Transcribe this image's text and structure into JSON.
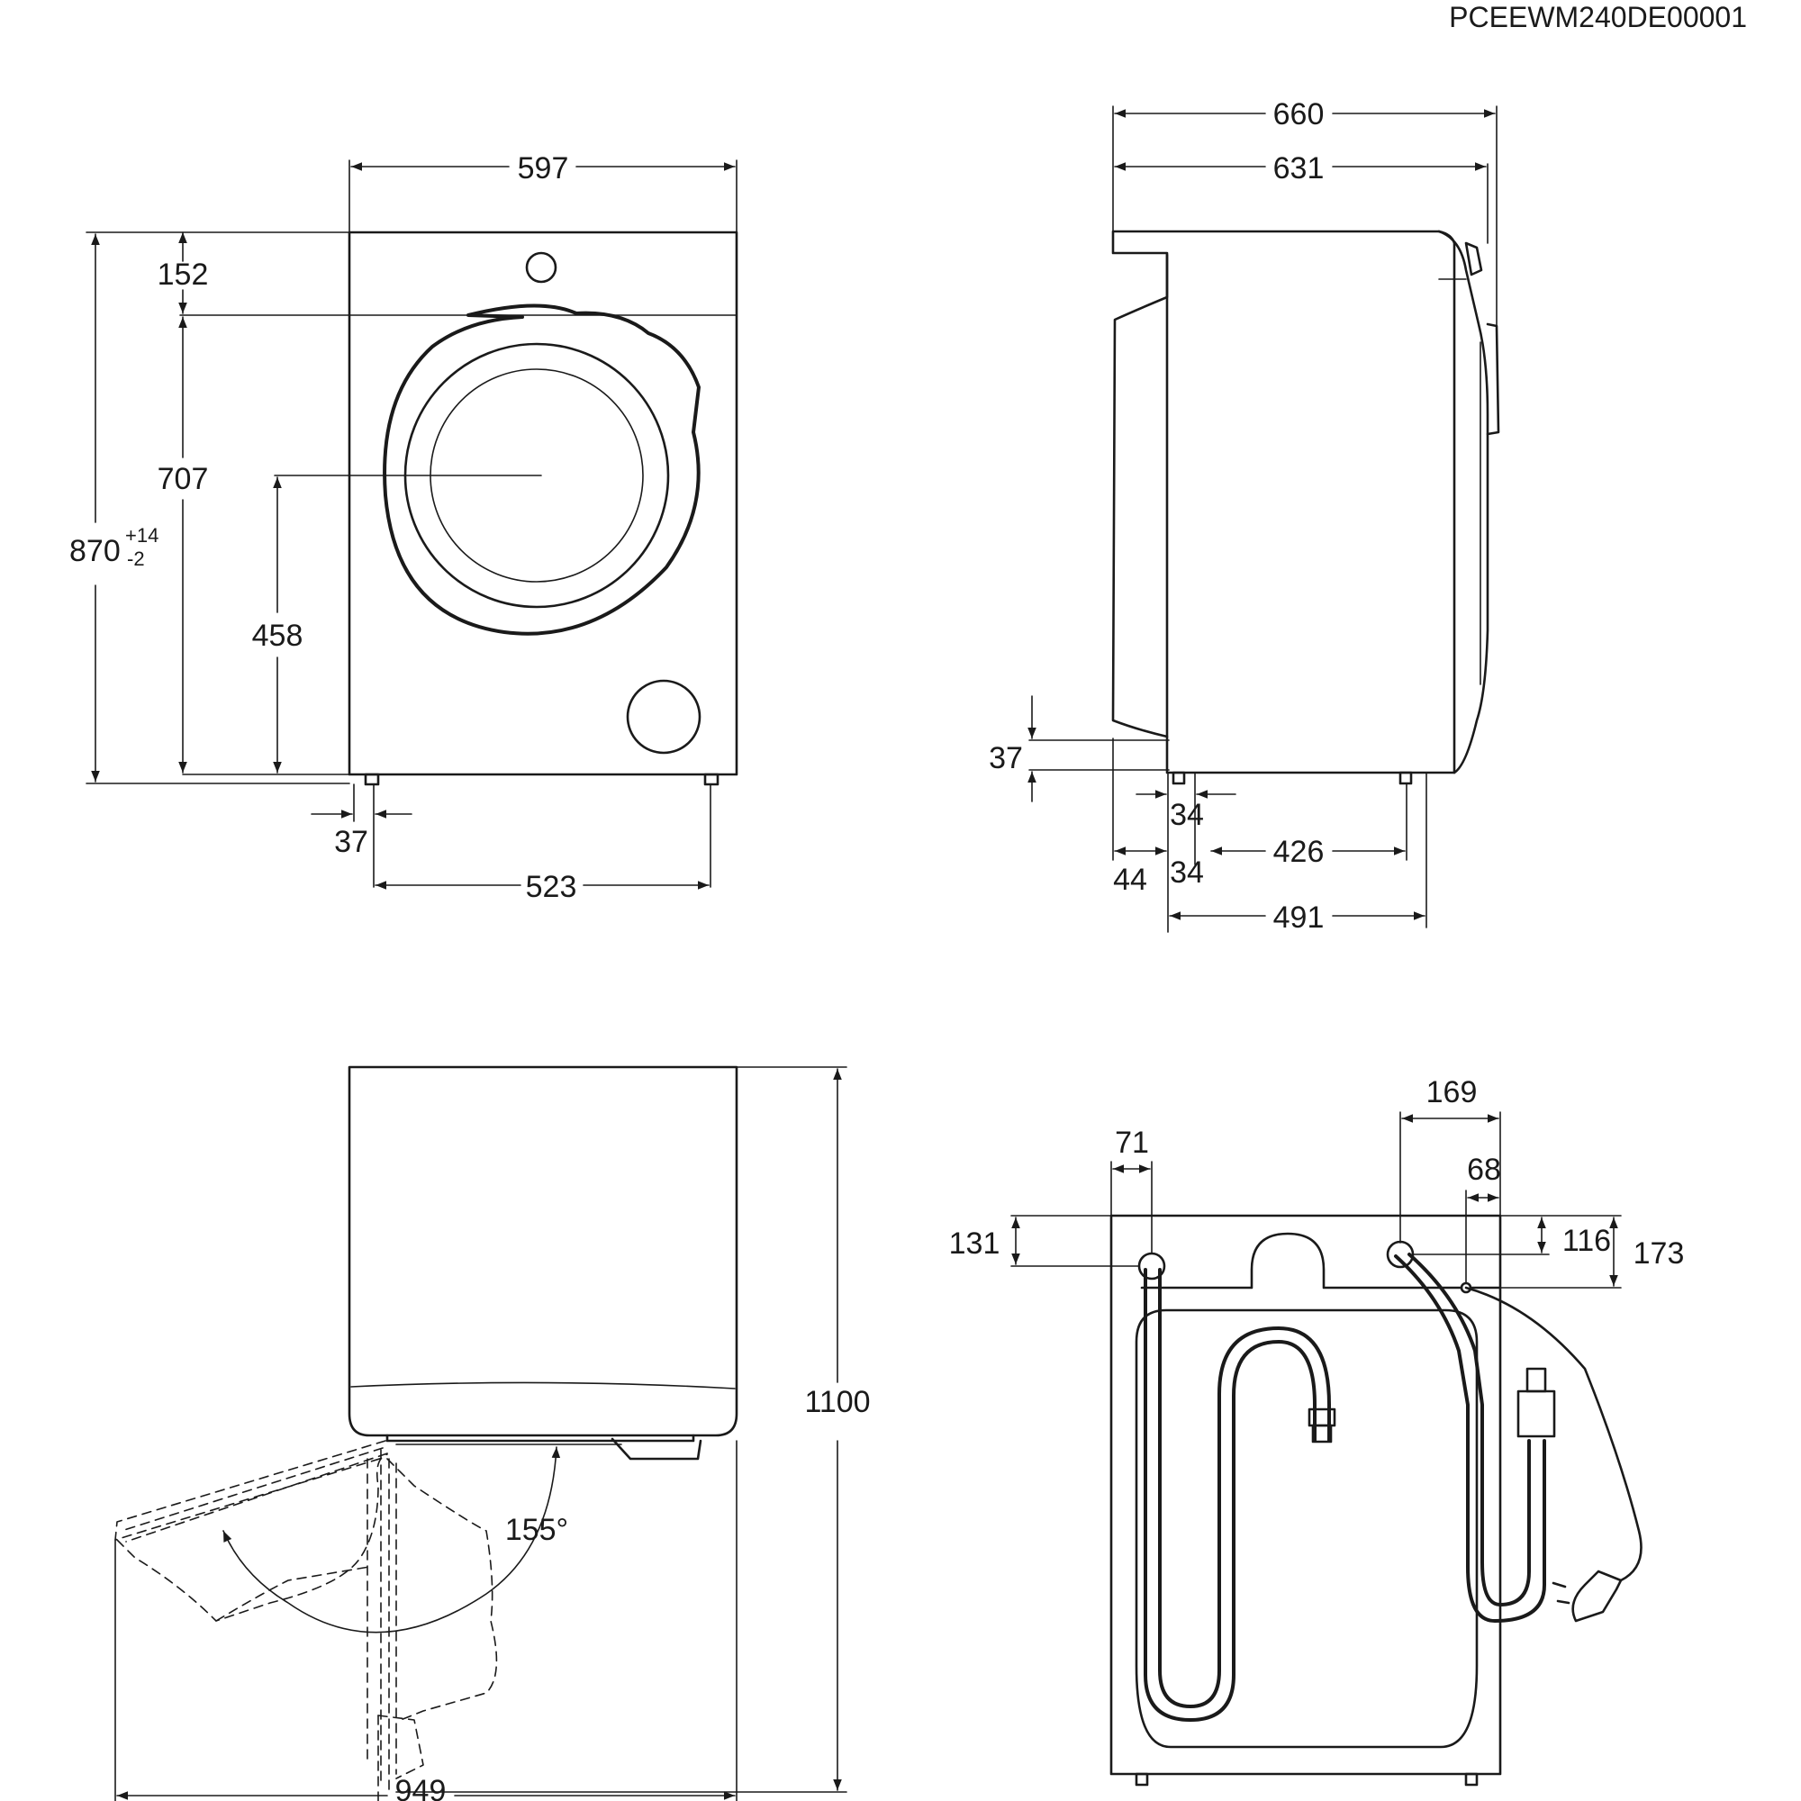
{
  "drawing_code": "PCEEWM240DE00001",
  "front_view": {
    "width": "597",
    "height_main": "870",
    "height_tol_upper": "+14",
    "height_tol_lower": "-2",
    "top_panel": "152",
    "door_height": "707",
    "door_center": "458",
    "foot_inset": "37",
    "feet_span": "523"
  },
  "side_view": {
    "depth_overall": "660",
    "depth_body": "631",
    "foot_height": "37",
    "foot_width": "34",
    "foot_offset": "34",
    "rear_offset": "44",
    "feet_span": "426",
    "depth_base": "491"
  },
  "top_view": {
    "height_with_door": "1100",
    "door_angle": "155°",
    "depth_door_open": "949"
  },
  "rear_view": {
    "inlet_x": "71",
    "inlet_y": "131",
    "outlet_x": "169",
    "cable_x": "68",
    "outlet_y": "116",
    "cable_y": "173"
  }
}
